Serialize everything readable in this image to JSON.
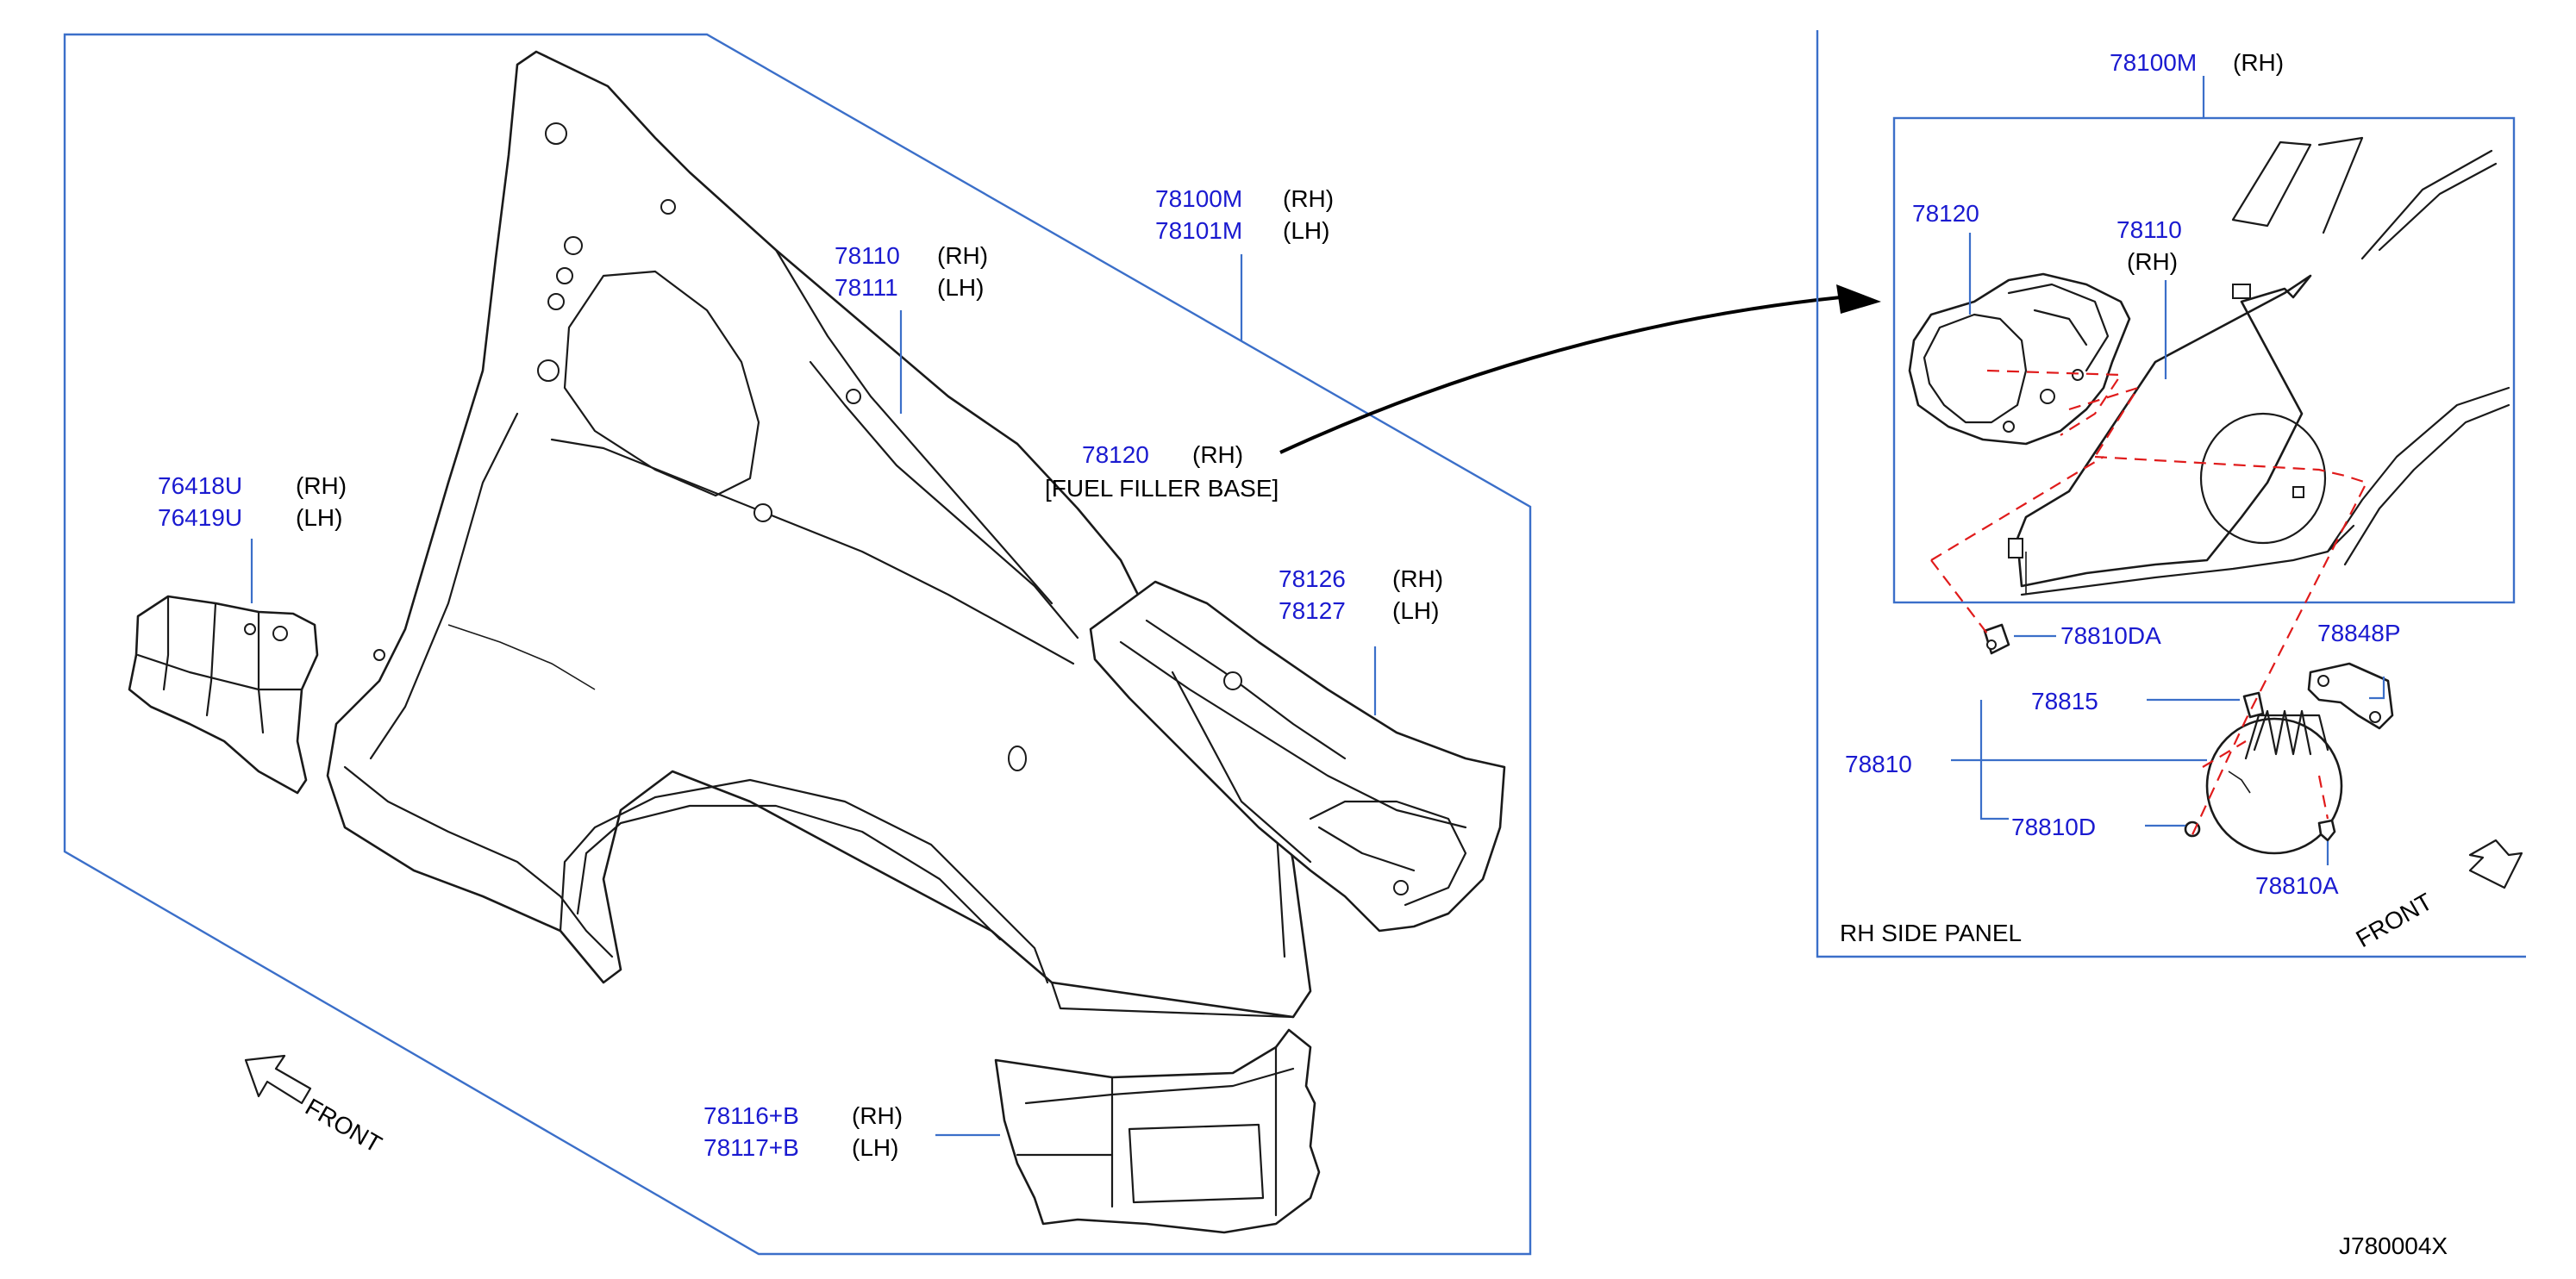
{
  "main": {
    "p78100M_rh": "78100M",
    "p78100M_rh_side": "(RH)",
    "p78101M_lh": "78101M",
    "p78101M_lh_side": "(LH)",
    "p78110_rh": "78110",
    "p78110_rh_side": "(RH)",
    "p78111_lh": "78111",
    "p78111_lh_side": "(LH)",
    "p78120": "78120",
    "p78120_side": "(RH)",
    "p78120_desc": "[FUEL   FILLER   BASE]",
    "p76418U": "76418U",
    "p76418U_side": "(RH)",
    "p76419U": "76419U",
    "p76419U_side": "(LH)",
    "p78126": "78126",
    "p78126_side": "(RH)",
    "p78127": "78127",
    "p78127_side": "(LH)",
    "p78116B": "78116+B",
    "p78116B_side": "(RH)",
    "p78117B": "78117+B",
    "p78117B_side": "(LH)",
    "front_label": "FRONT"
  },
  "detail": {
    "p78100M": "78100M",
    "p78100M_side": "(RH)",
    "p78120": "78120",
    "p78110": "78110",
    "p78110_side": "(RH)",
    "p78810DA": "78810DA",
    "p78848P": "78848P",
    "p78815": "78815",
    "p78810": "78810",
    "p78810D": "78810D",
    "p78810A": "78810A",
    "panel_label": "RH   SIDE   PANEL",
    "front_label": "FRONT"
  },
  "diagram_id": "J780004X",
  "colors": {
    "part_number": "#1a1ad0",
    "leader": "#3b6fc9",
    "phantom": "#e01b1b"
  }
}
